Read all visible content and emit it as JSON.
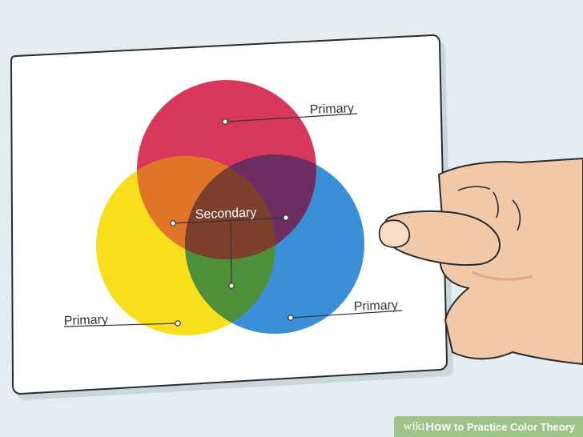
{
  "diagram": {
    "labels": {
      "primary_top": "Primary",
      "primary_left": "Primary",
      "primary_right": "Primary",
      "secondary": "Secondary"
    },
    "colors": {
      "red": "#d6375a",
      "yellow": "#f7df1e",
      "blue": "#3a8fd6",
      "orange": "#e0752a",
      "purple": "#6e2d62",
      "green": "#4e8f3a",
      "center_brown": "#7b3f2c",
      "card": "#ffffff",
      "card_outline": "#2b2b2b",
      "hand": "#f2c9a8",
      "hand_shadow": "#e0a988",
      "background": "#e4eef2"
    }
  },
  "watermark": {
    "prefix": "wiki",
    "bold": "How",
    "rest": "to Practice Color Theory"
  }
}
